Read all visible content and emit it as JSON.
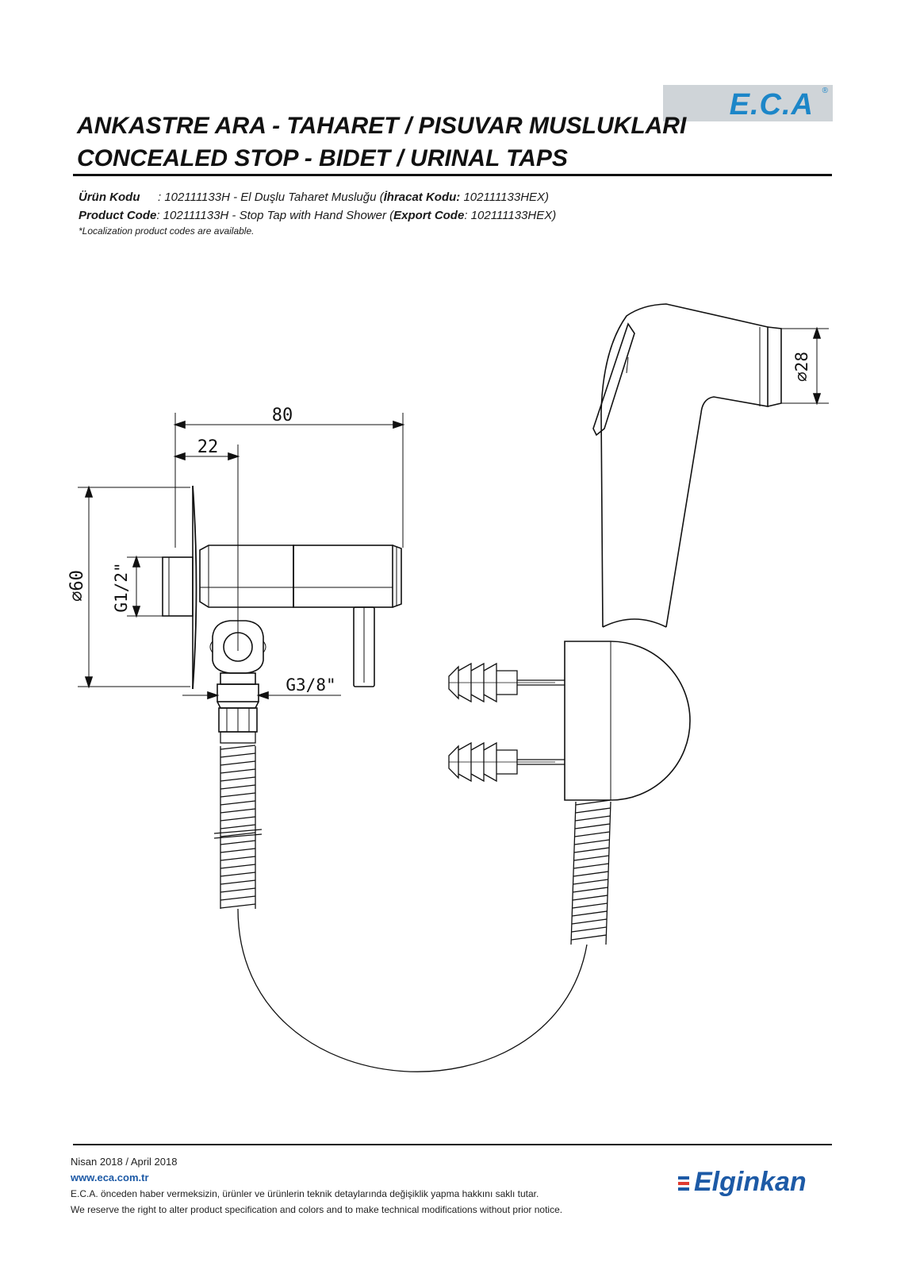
{
  "logo": {
    "text": "E.C.A",
    "registered": "®",
    "color": "#1c86c8"
  },
  "title": {
    "line1": "ANKASTRE ARA - TAHARET / PISUVAR MUSLUKLARI",
    "line2": "CONCEALED STOP - BIDET / URINAL TAPS"
  },
  "codes": {
    "tr_label": "Ürün Kodu",
    "tr_value_a": ": 102111133H - El Duşlu Taharet Musluğu (",
    "tr_export_label": "İhracat Kodu:",
    "tr_value_b": " 102111133HEX)",
    "en_label": "Product Code",
    "en_value_a": ": 102111133H - Stop Tap with Hand Shower (",
    "en_export_label": "Export Code",
    "en_value_b": ": 102111133HEX)",
    "note": "*Localization product codes are available."
  },
  "dimensions": {
    "width_total": "80",
    "width_offset": "22",
    "diameter_flange": "⌀60",
    "thread_inlet": "G1/2\"",
    "thread_outlet": "G3/8\"",
    "diameter_shower": "⌀28"
  },
  "footer": {
    "date": "Nisan 2018 / April 2018",
    "website": "www.eca.com.tr",
    "disclaimer_tr": "E.C.A. önceden haber vermeksizin, ürünler ve ürünlerin teknik detaylarında değişiklik yapma hakkını saklı tutar.",
    "disclaimer_en": "We reserve the right to alter product specification and colors and to make technical modifications without prior notice.",
    "brand": "Elginkan",
    "brand_color": "#1d5aa6"
  }
}
